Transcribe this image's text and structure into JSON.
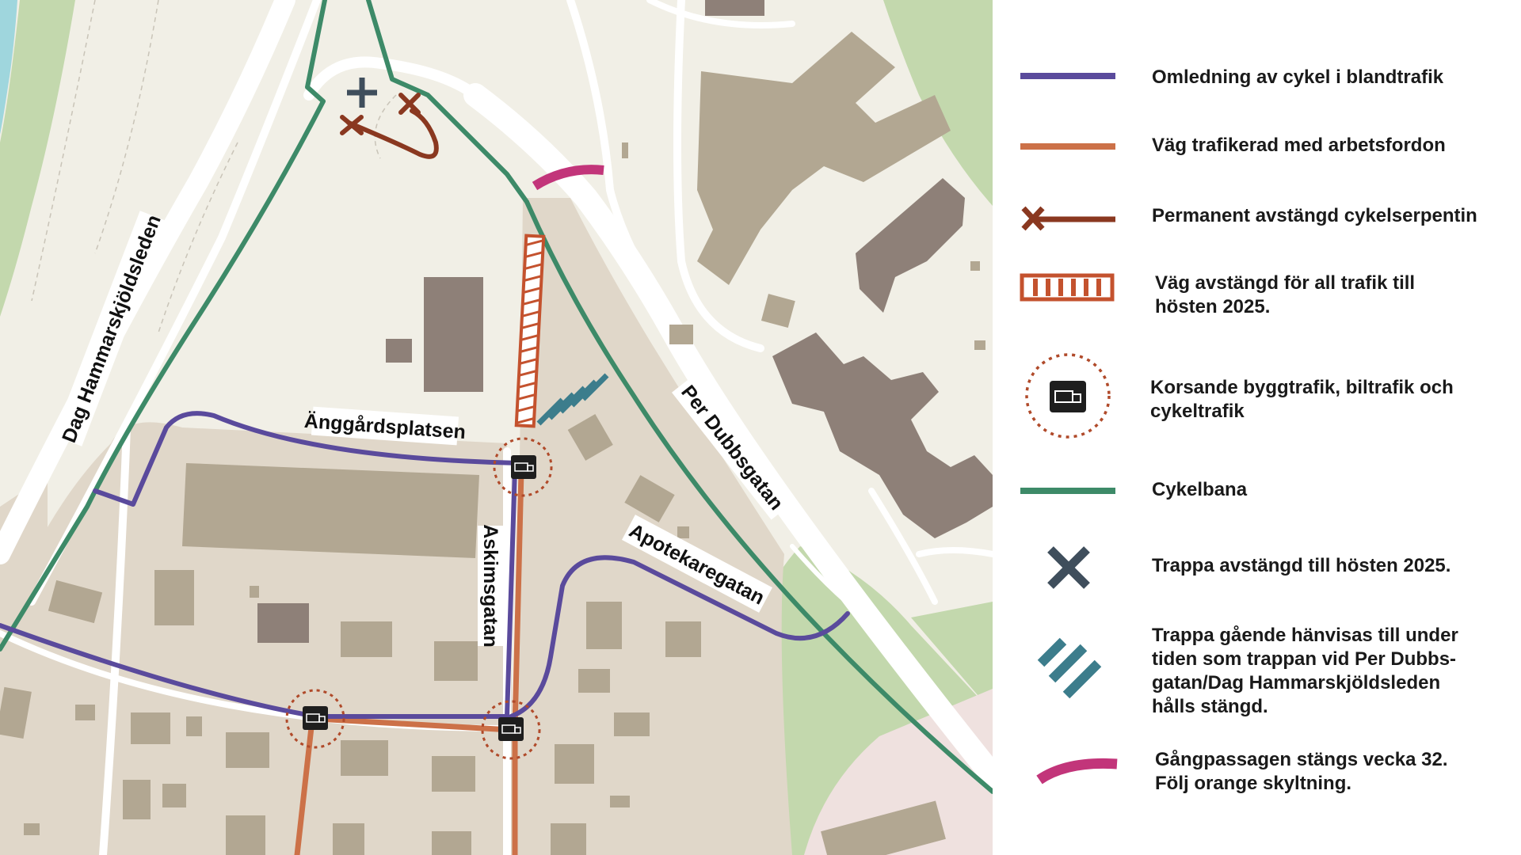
{
  "map": {
    "streets": [
      {
        "id": "dag-hammarskjoldsleden",
        "text": "Dag Hammarskjöldsleden"
      },
      {
        "id": "anggardsplatsen",
        "text": "Änggårdsplatsen"
      },
      {
        "id": "askimsgatan",
        "text": "Askimsgatan"
      },
      {
        "id": "per-dubbsgatan",
        "text": "Per Dubbsgatan"
      },
      {
        "id": "apotekaregatan",
        "text": "Apotekaregatan"
      }
    ]
  },
  "legend": {
    "items": [
      {
        "id": "detour",
        "symbol": "purple-line",
        "label": "Omledning  av cykel i blandtrafik"
      },
      {
        "id": "work-road",
        "symbol": "orange-line",
        "label": "Väg trafikerad med arbetsfordon"
      },
      {
        "id": "serpentine",
        "symbol": "red-cross-line",
        "label": "Permanent avstängd cykelserpentin"
      },
      {
        "id": "closed-road",
        "symbol": "hatched-bar",
        "label": "Väg avstängd för all trafik till\nhösten 2025."
      },
      {
        "id": "crossing",
        "symbol": "truck-circle",
        "label": "Korsande byggtrafik, biltrafik och\ncykeltrafik"
      },
      {
        "id": "bike-path",
        "symbol": "green-line",
        "label": "Cykelbana"
      },
      {
        "id": "stairs-closed",
        "symbol": "gray-cross",
        "label": "Trappa avstängd till hösten 2025."
      },
      {
        "id": "stairs-redirect",
        "symbol": "teal-stripes",
        "label": "Trappa gående hänvisas till under\ntiden som trappan vid Per Dubbs-\ngatan/Dag Hammarskjöldsleden\nhålls stängd."
      },
      {
        "id": "passage",
        "symbol": "magenta-arc",
        "label": "Gångpassagen stängs vecka 32.\nFölj orange skyltning."
      }
    ]
  },
  "colors": {
    "detour": "#5a4a9c",
    "work_road": "#cc7148",
    "serpentine": "#8a3820",
    "closed_road": "#c4522e",
    "bike_path": "#3d8a68",
    "stairs_closed": "#3f4e5c",
    "stairs_redirect": "#3c7d8c",
    "passage": "#c2357a",
    "crossing_ring": "#b04a2a",
    "map_background": "#f1efe6",
    "residential": "#e0d7c9",
    "building": "#b2a792",
    "building_dark": "#8e8078",
    "park": "#c3d8ad",
    "water": "#9fd6dd"
  }
}
